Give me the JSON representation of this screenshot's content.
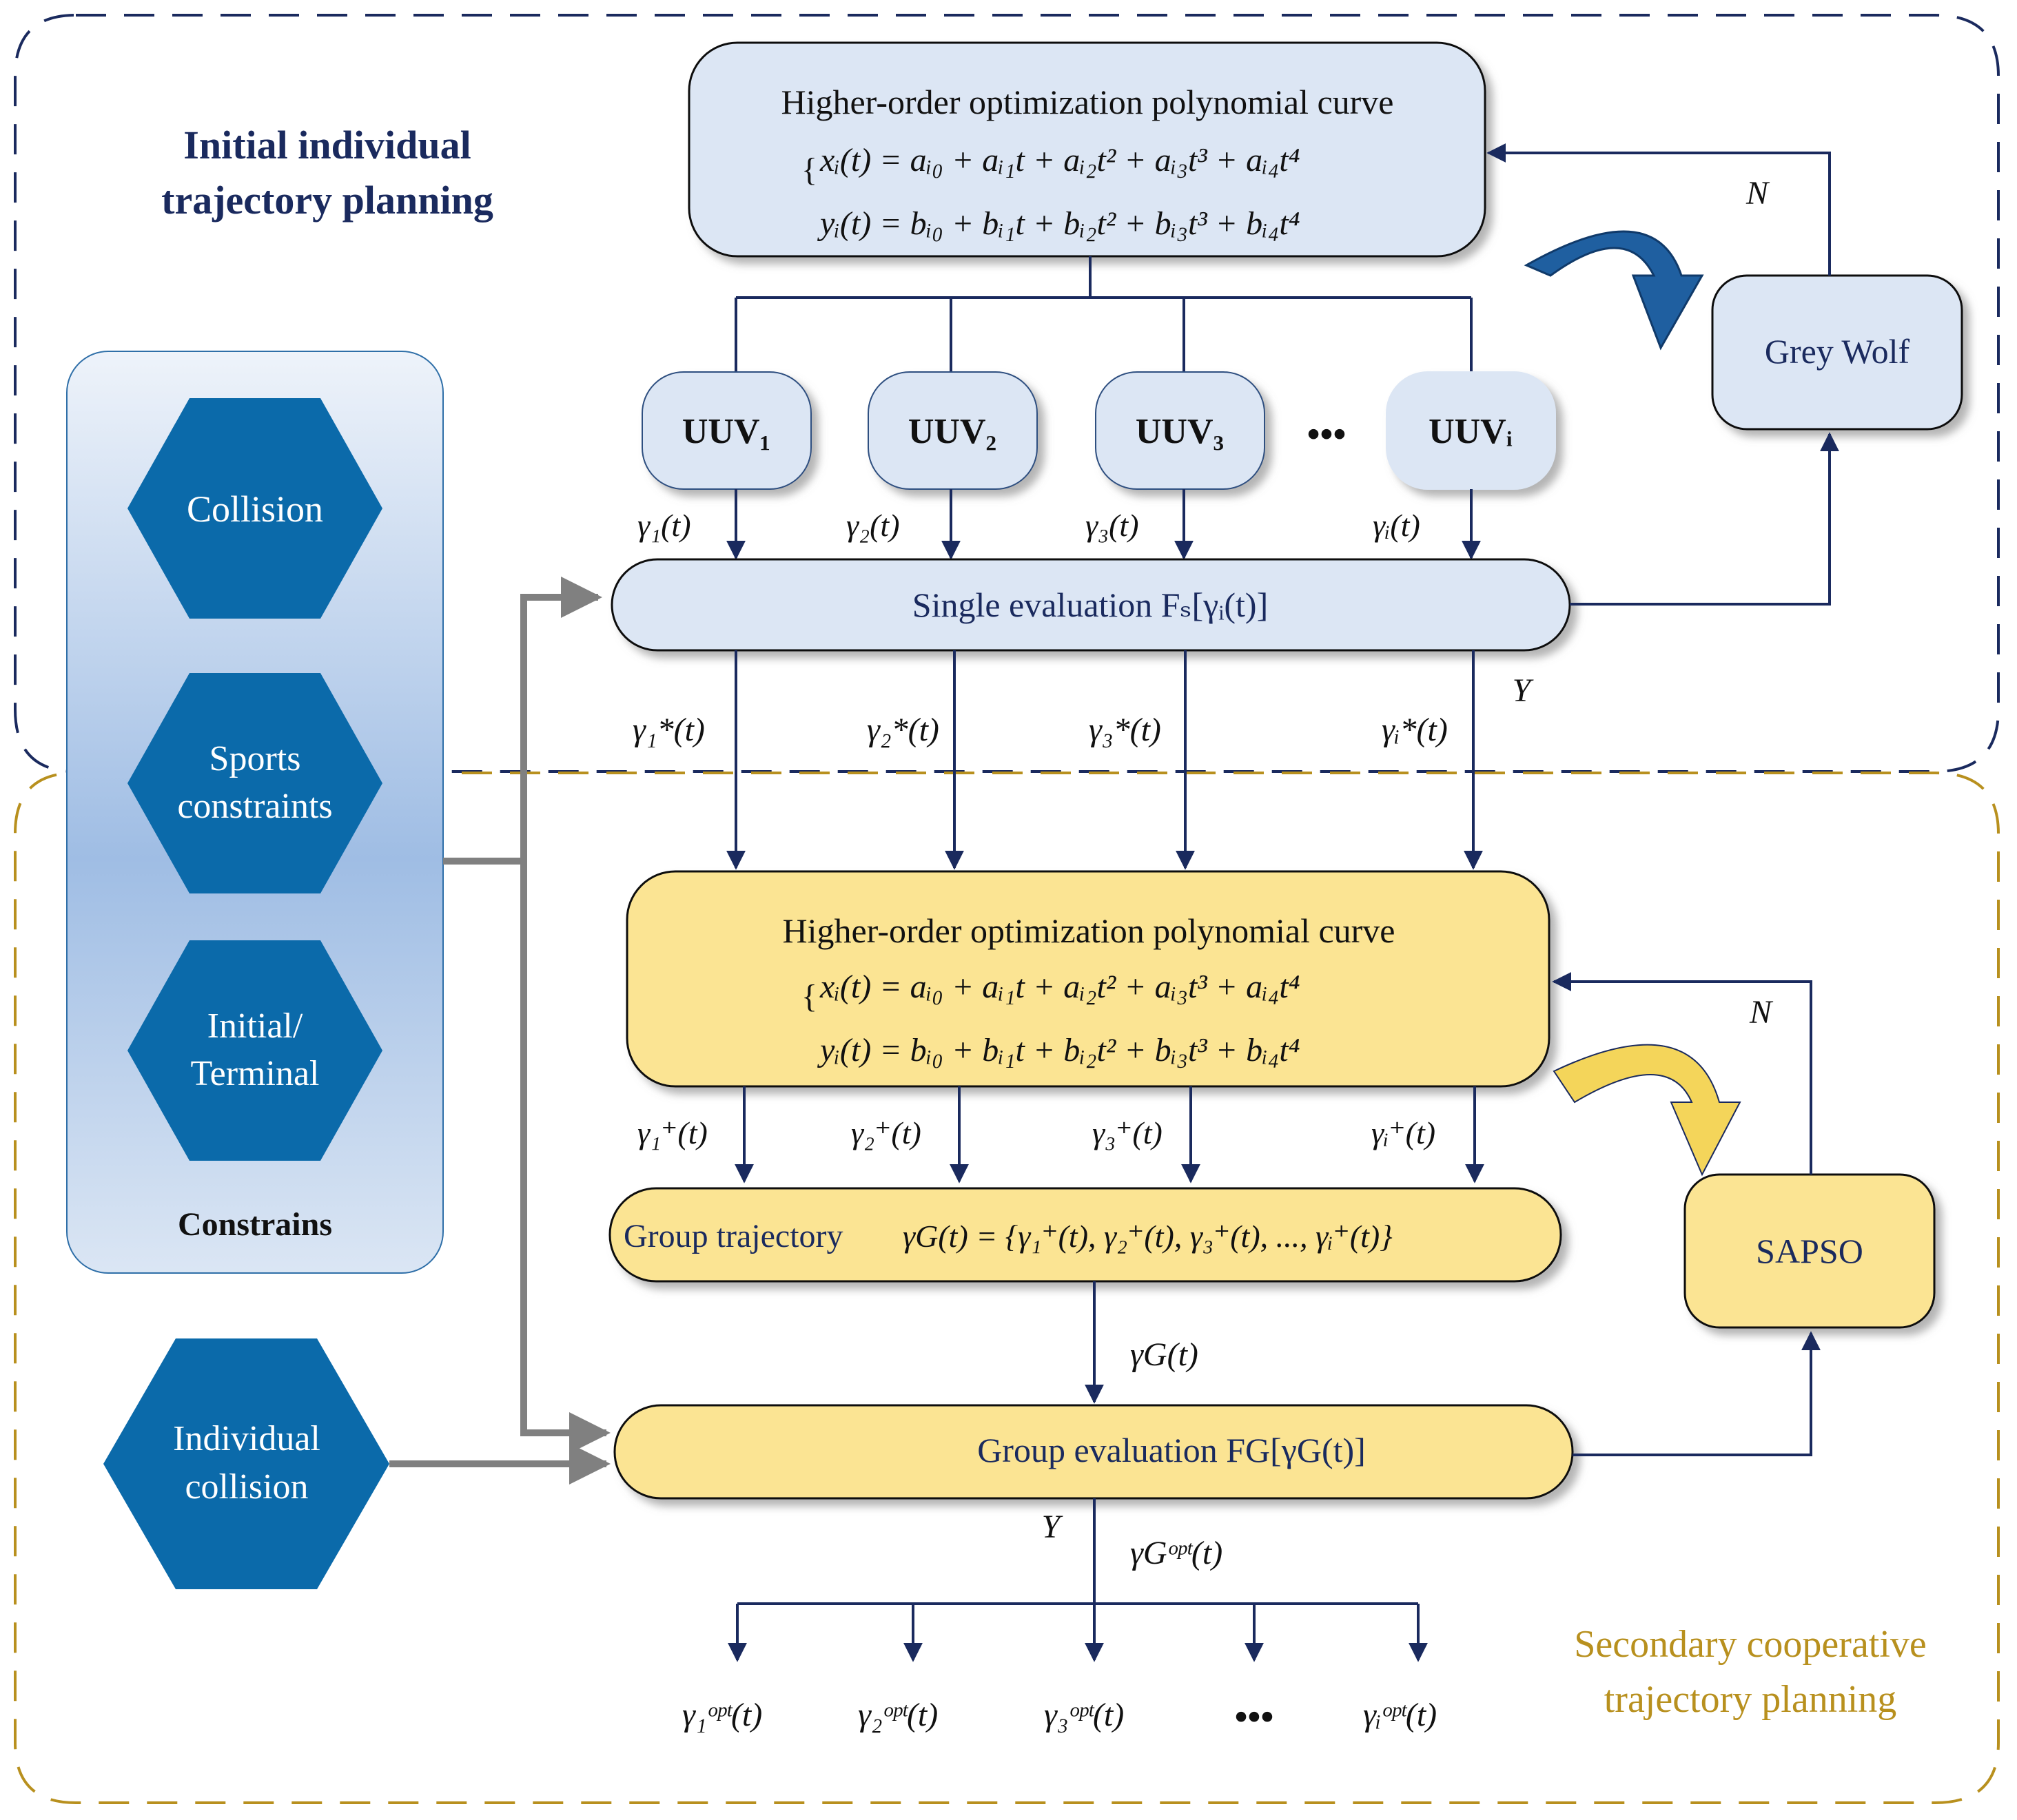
{
  "regions": {
    "initial_title_line1": "Initial individual",
    "initial_title_line2": "trajectory planning",
    "secondary_title_line1": "Secondary cooperative",
    "secondary_title_line2": "trajectory planning"
  },
  "constraints": {
    "title": "Constrains",
    "items": [
      {
        "lines": [
          "Collision"
        ]
      },
      {
        "lines": [
          "Sports",
          "constraints"
        ]
      },
      {
        "lines": [
          "Initial/",
          "Terminal"
        ]
      }
    ],
    "individual_collision": [
      "Individual",
      "collision"
    ]
  },
  "top_curve": {
    "title": "Higher-order optimization polynomial curve",
    "eq_x": "xᵢ(t) = aᵢ₀ + aᵢ₁t + aᵢ₂t² + aᵢ₃t³ + aᵢ₄t⁴",
    "eq_y": "yᵢ(t) = bᵢ₀ + bᵢ₁t + bᵢ₂t² + bᵢ₃t³ + bᵢ₄t⁴"
  },
  "bottom_curve": {
    "title": "Higher-order optimization polynomial curve",
    "eq_x": "xᵢ(t) = aᵢ₀ + aᵢ₁t + aᵢ₂t² + aᵢ₃t³ + aᵢ₄t⁴",
    "eq_y": "yᵢ(t) = bᵢ₀ + bᵢ₁t + bᵢ₂t² + bᵢ₃t³ + bᵢ₄t⁴"
  },
  "uuvs": [
    "UUV₁",
    "UUV₂",
    "UUV₃",
    "UUVᵢ"
  ],
  "ellipsis": "•••",
  "gamma_labels": [
    "γ₁(t)",
    "γ₂(t)",
    "γ₃(t)",
    "γᵢ(t)"
  ],
  "single_eval": "Single evaluation  Fₛ[γᵢ(t)]",
  "gamma_star": [
    "γ₁*(t)",
    "γ₂*(t)",
    "γ₃*(t)",
    "γᵢ*(t)"
  ],
  "gamma_plus": [
    "γ₁⁺(t)",
    "γ₂⁺(t)",
    "γ₃⁺(t)",
    "γᵢ⁺(t)"
  ],
  "group_traj": {
    "label": "Group trajectory",
    "formula": "γG(t) = {γ₁⁺(t), γ₂⁺(t), γ₃⁺(t), ..., γᵢ⁺(t)}"
  },
  "gamma_g": "γG(t)",
  "group_eval": "Group  evaluation  FG[γG(t)]",
  "gamma_opt_g": "γGᵒᵖᵗ(t)",
  "gamma_opt": [
    "γ₁ᵒᵖᵗ(t)",
    "γ₂ᵒᵖᵗ(t)",
    "γ₃ᵒᵖᵗ(t)",
    "γᵢᵒᵖᵗ(t)"
  ],
  "grey_wolf": "Grey Wolf",
  "sapso": "SAPSO",
  "yes": "Y",
  "no": "N",
  "colors": {
    "navy": "#1a2a5e",
    "box_blue": "#dce6f4",
    "box_yellow": "#fbe493",
    "hex_blue": "#0b6aaa",
    "gold": "#b8901e",
    "gray_arrow": "#808080"
  }
}
